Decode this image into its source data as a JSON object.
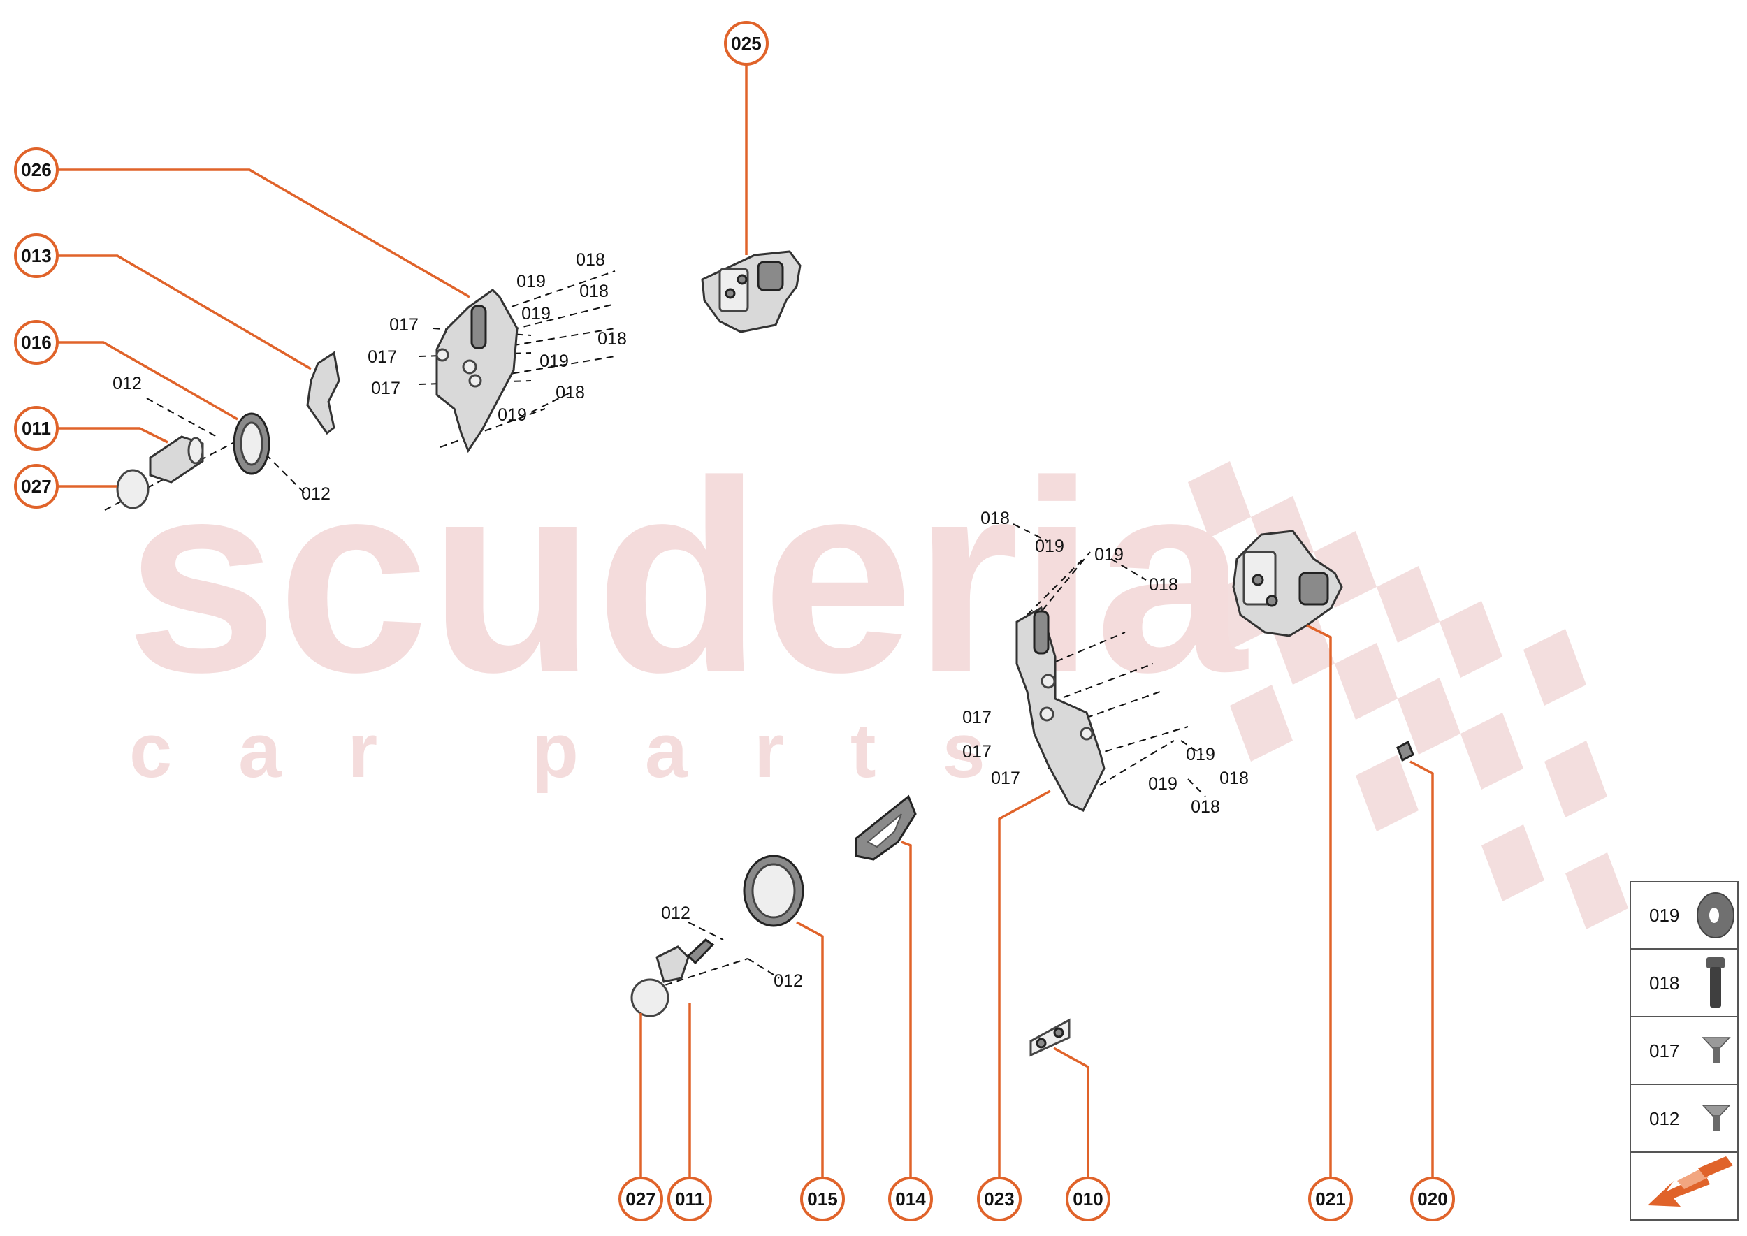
{
  "watermark": {
    "brand": "scuderia",
    "tagline": "car parts"
  },
  "callouts": [
    {
      "id": "025"
    },
    {
      "id": "026"
    },
    {
      "id": "013"
    },
    {
      "id": "016"
    },
    {
      "id": "011"
    },
    {
      "id": "027"
    },
    {
      "id": "027"
    },
    {
      "id": "011"
    },
    {
      "id": "015"
    },
    {
      "id": "014"
    },
    {
      "id": "023"
    },
    {
      "id": "010"
    },
    {
      "id": "021"
    },
    {
      "id": "020"
    }
  ],
  "sub_labels": {
    "upper_bracket": [
      "018",
      "019",
      "018",
      "019",
      "017",
      "017",
      "018",
      "019",
      "017",
      "018",
      "019"
    ],
    "left_assembly": [
      "012",
      "012"
    ],
    "lower_left_assembly": [
      "012",
      "012"
    ],
    "right_bracket": [
      "018",
      "019",
      "019",
      "018",
      "017",
      "017",
      "017",
      "019",
      "018",
      "019",
      "018"
    ]
  },
  "legend": {
    "items": [
      {
        "code": "019",
        "icon": "washer-icon"
      },
      {
        "code": "018",
        "icon": "bolt-icon"
      },
      {
        "code": "017",
        "icon": "countersunk-screw-icon"
      },
      {
        "code": "012",
        "icon": "countersunk-screw-icon"
      }
    ],
    "footer_icon": "orientation-arrow-icon"
  },
  "colors": {
    "accent": "#e0632a",
    "watermark": "#f4dcdc",
    "line": "#111111"
  }
}
